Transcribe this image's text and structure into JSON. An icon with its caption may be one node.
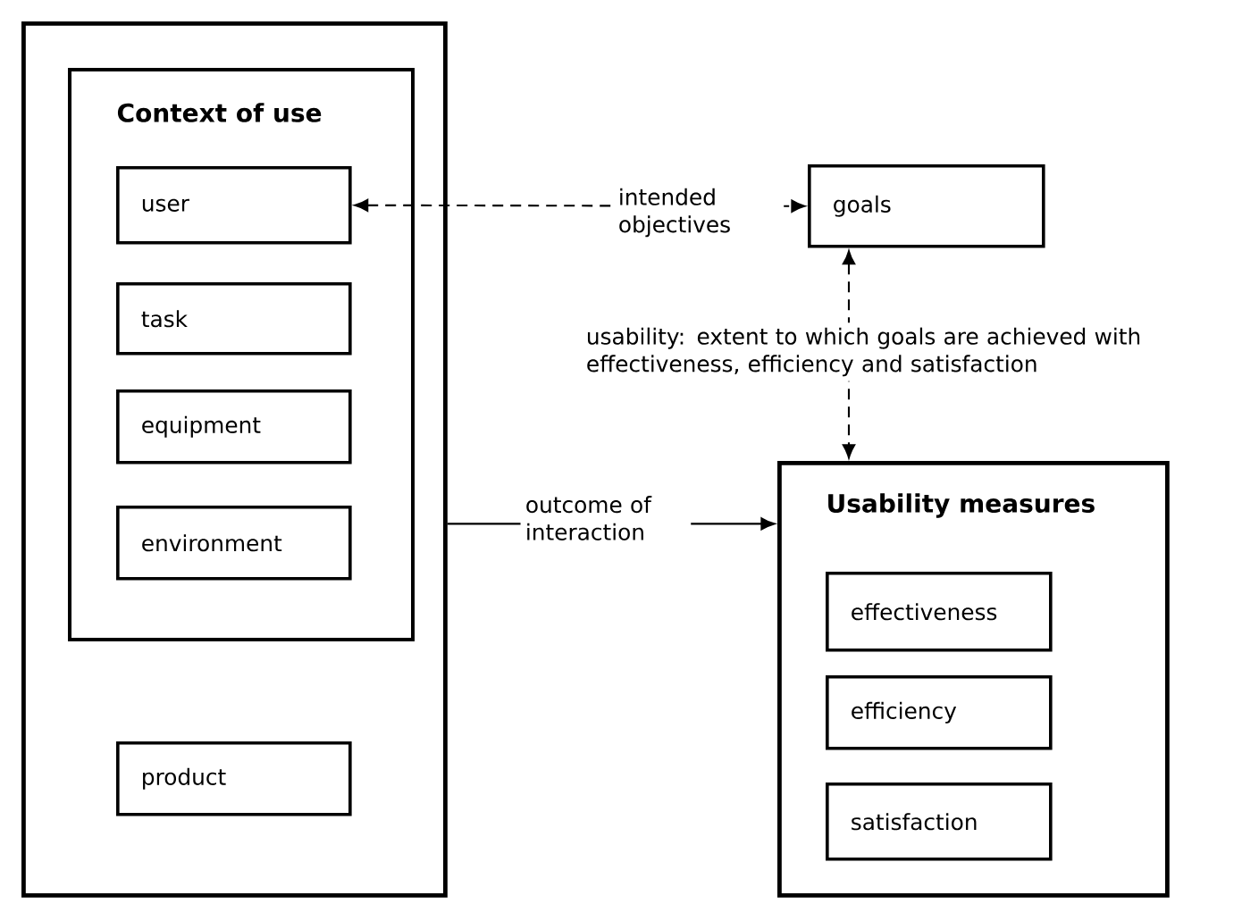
{
  "diagram": {
    "nodes": [
      {
        "text": [],
        "shape": "box"
      },
      {
        "text": [
          "Context of use"
        ],
        "in": 0
      },
      {
        "text": [
          "user"
        ],
        "in": 1
      },
      {
        "text": [
          "task"
        ],
        "in": 1
      },
      {
        "text": [
          "equipment"
        ],
        "in": 1
      },
      {
        "text": [
          "environment"
        ],
        "in": 1
      },
      {
        "text": [
          "product"
        ],
        "in": 0
      },
      {
        "text": [
          "goals"
        ]
      },
      {
        "text": [
          "Usability measures"
        ]
      },
      {
        "text": [
          "effectiveness"
        ],
        "in": 8
      },
      {
        "text": [
          "efficiency"
        ],
        "in": 8
      },
      {
        "text": [
          "satisfaction"
        ],
        "in": 8
      }
    ],
    "edges": [
      {
        "from": 2,
        "to": 7,
        "arrow": "both",
        "style": "dashed",
        "label": "intended objectives"
      },
      {
        "from": 7,
        "to": 8,
        "arrow": "both",
        "style": "dashed",
        "label": "usability: extent to which goals are achieved with effectiveness, efficiency and satisfaction"
      },
      {
        "from": 0,
        "to": 8,
        "arrow": "to",
        "label": "outcome of interaction"
      }
    ]
  }
}
